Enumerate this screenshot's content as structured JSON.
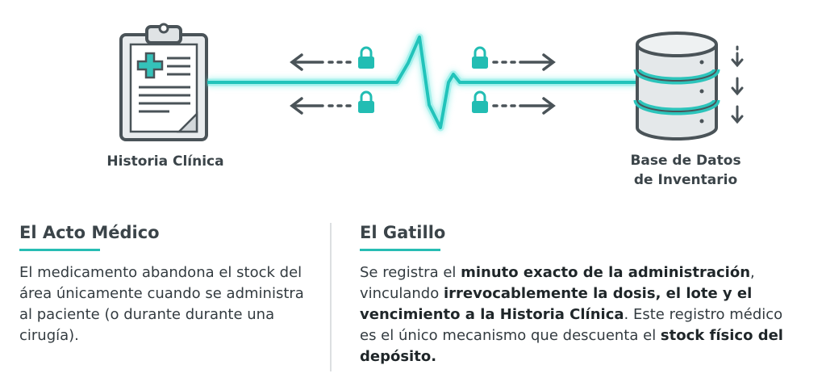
{
  "diagram": {
    "left_node": {
      "label": "Historia Clínica",
      "icon": "clipboard-medical-icon"
    },
    "right_node": {
      "label_line1": "Base de Datos",
      "label_line2": "de Inventario",
      "icon": "database-icon"
    },
    "connector": {
      "style": "heartbeat-line",
      "color": "#27c6bd",
      "arrows": "bidirectional",
      "lock_icons": 4
    }
  },
  "sections": {
    "left": {
      "title": "El Acto Médico",
      "body": "El medicamento abandona el stock del área únicamente cuando se administra al paciente (o durante durante una cirugía)."
    },
    "right": {
      "title": "El Gatillo",
      "parts": [
        {
          "text": "Se registra el ",
          "bold": false
        },
        {
          "text": "minuto exacto de la administración",
          "bold": true
        },
        {
          "text": ", vinculando ",
          "bold": false
        },
        {
          "text": "irrevocablemente la dosis, el lote y el vencimiento a la Historia Clínica",
          "bold": true
        },
        {
          "text": ". Este registro médico es el único mecanismo que descuenta el ",
          "bold": false
        },
        {
          "text": "stock físico del depósito.",
          "bold": true
        }
      ]
    }
  },
  "colors": {
    "accent": "#27bdb4",
    "glow": "#5ee6de",
    "icon_stroke": "#4a5358",
    "icon_fill": "#e9ecee"
  }
}
